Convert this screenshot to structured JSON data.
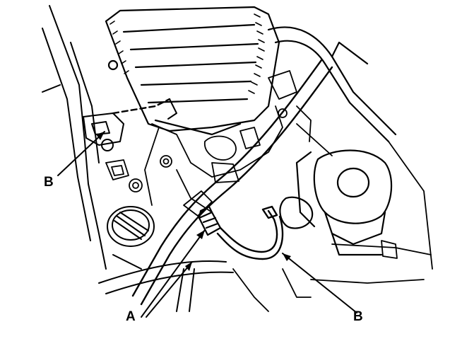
{
  "diagram": {
    "colors": {
      "ink": "#000000",
      "paper": "#ffffff"
    },
    "callouts": [
      {
        "id": "b-left",
        "text": "B"
      },
      {
        "id": "a",
        "text": "A"
      },
      {
        "id": "b-right",
        "text": "B"
      }
    ]
  }
}
